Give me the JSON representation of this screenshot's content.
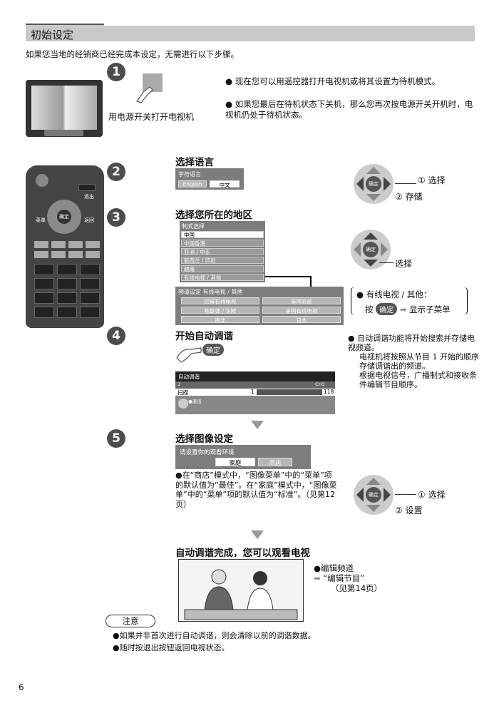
{
  "header": {
    "title": "初始设定"
  },
  "intro": "如果您当地的经销商已经完成本设定，无需进行以下步骤。",
  "step1": {
    "number": "1",
    "caption": "用电源开关打开电视机",
    "bullets": [
      "现在您可以用遥控器打开电视机或将其设置为待机模式。",
      "如果您最后在待机状态下关机，那么您再次按电源开关开机时，电视机仍处于待机状态。"
    ]
  },
  "remote": {
    "exit": "退出",
    "menu": "菜单",
    "return": "返回",
    "ok": "确定"
  },
  "step2": {
    "number": "2",
    "title": "选择语言",
    "panel_title": "字符语言",
    "options": [
      "English",
      "中文"
    ],
    "wheel_center": "确定",
    "callout_select": "① 选择",
    "callout_store": "② 存储"
  },
  "step3": {
    "number": "3",
    "title": "选择您所在的地区",
    "panel_title": "制式选择",
    "regions": [
      "中国",
      "中国香港",
      "亚洲 / 中东",
      "新西兰 / 印尼",
      "越南",
      "有线电视 / 其他"
    ],
    "wheel_center": "确定",
    "callout_select": "选择",
    "sub_panel_title": "频道设定 有线电视 / 其他",
    "sub_options": [
      "印度有线电视",
      "美国系统",
      "独联体 / 东欧",
      "美国有线电视",
      "南非",
      "日本"
    ],
    "cable_note_1": "有线电视 / 其他：",
    "cable_note_press": "按",
    "cable_note_ok": "确定",
    "cable_note_2": "显示子菜单"
  },
  "step4": {
    "number": "4",
    "title": "开始自动调谐",
    "ok_label": "确定",
    "panel_title": "自动调谐",
    "row1_left": "2",
    "row1_right": "CH3",
    "row2_label": "扫描",
    "row2_start": "1",
    "row2_end": "118",
    "exit_label": "退出",
    "bullets": [
      "自动调谐功能将开始搜索并存储电视频道。",
      "电视机将按照从节目 1 开始的顺序存储调谐出的频道。",
      "根据电视信号，广播制式和接收条件编辑节目顺序。"
    ]
  },
  "step5": {
    "number": "5",
    "title": "选择图像设定",
    "panel_title": "请设置你的观看环境",
    "options": [
      "家庭",
      "商店"
    ],
    "note": "在“商店”模式中，“图像菜单”中的“菜单”项的默认值为“最佳”。在“家庭”模式中，“图像菜单”中的“菜单”项的默认值为“标准”。（见第12页）",
    "wheel_center": "确定",
    "callout_select": "① 选择",
    "callout_set": "② 设置"
  },
  "complete": {
    "title": "自动调谐完成，您可以观看电视",
    "edit_bullet": "编辑频道",
    "edit_item": "“编辑节目”",
    "edit_ref": "（见第14页）"
  },
  "notes": {
    "label": "注意",
    "items": [
      "如果并非首次进行自动调谐，则会清除以前的调谐数据。",
      "随时按退出按钮返回电视状态。"
    ]
  },
  "page_number": "6",
  "colors": {
    "header_gray": "#c9c9c9",
    "panel_gray": "#7d7d7d",
    "step_circle": "#4d4d4d"
  }
}
